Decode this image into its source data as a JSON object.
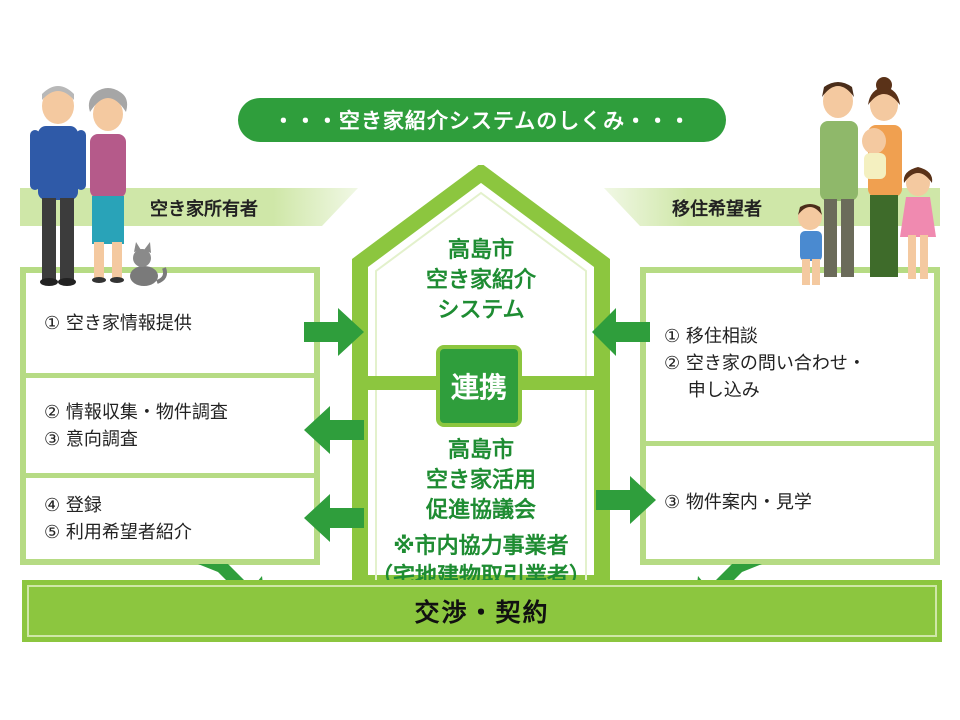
{
  "title": "・・・空き家紹介システムのしくみ・・・",
  "left_banner": "空き家所有者",
  "right_banner": "移住希望者",
  "left_panel": {
    "row1": [
      "① 空き家情報提供"
    ],
    "row2": [
      "② 情報収集・物件調査",
      "③ 意向調査"
    ],
    "row3": [
      "④ 登録",
      "⑤ 利用希望者紹介"
    ]
  },
  "right_panel": {
    "row1": [
      "① 移住相談",
      "② 空き家の問い合わせ・",
      "　 申し込み"
    ],
    "row2": [
      "③ 物件案内・見学"
    ]
  },
  "house_top": [
    "高島市",
    "空き家紹介",
    "システム"
  ],
  "renkei": "連携",
  "house_bottom": [
    "高島市",
    "空き家活用",
    "促進協議会"
  ],
  "house_note": [
    "※市内協力事業者",
    "（宅地建物取引業者）"
  ],
  "bottom": "交渉・契約",
  "colors": {
    "dark_green": "#2f9e3c",
    "light_green": "#8cc63f",
    "pale_green": "#b6db84"
  }
}
